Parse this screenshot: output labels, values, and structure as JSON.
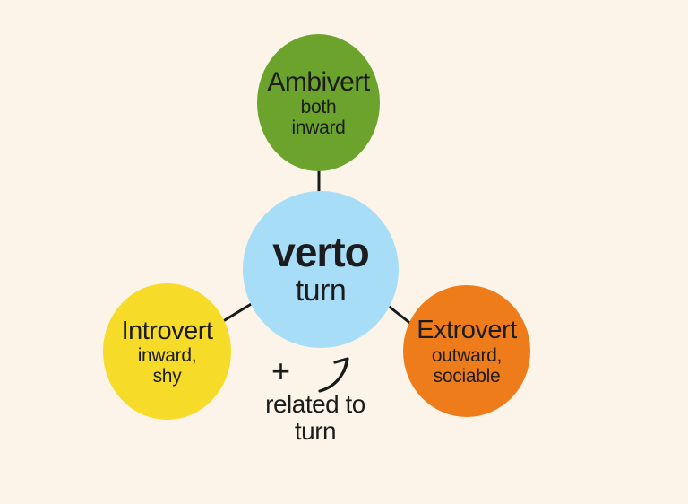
{
  "background_color": "#fcf4e8",
  "text_color": "#1c1c1c",
  "line_color": "#1a1a1a",
  "root": {
    "word": "verto",
    "meaning": "turn",
    "color": "#a8ddf7"
  },
  "derivatives": [
    {
      "word": "Ambivert",
      "meaning_lines": [
        "both",
        "inward"
      ],
      "color": "#6ba32c"
    },
    {
      "word": "Introvert",
      "meaning_lines": [
        "inward,",
        "shy"
      ],
      "color": "#f6dc28"
    },
    {
      "word": "Extrovert",
      "meaning_lines": [
        "outward,",
        "sociable"
      ],
      "color": "#ee7c1b"
    }
  ],
  "annotation": {
    "plus_sign": "+",
    "note_lines": [
      "related to",
      "turn"
    ]
  }
}
